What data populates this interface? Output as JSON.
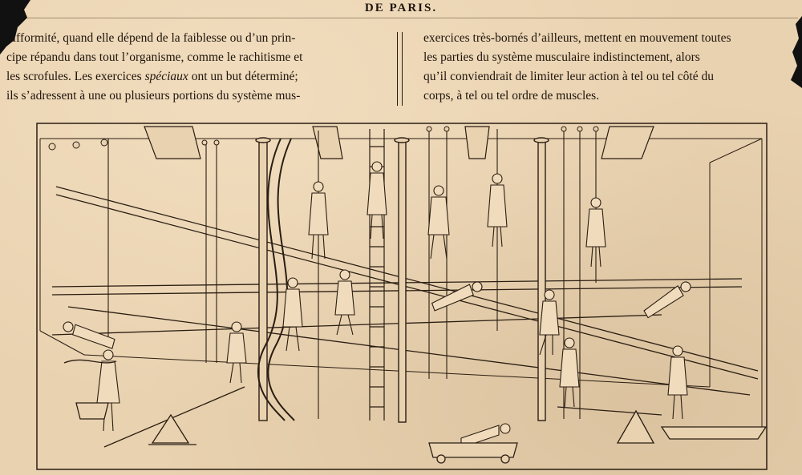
{
  "header": {
    "title": "DE PARIS."
  },
  "column_left": {
    "lines": [
      "difformité, quand elle dépend de la faiblesse ou d’un prin-",
      "cipe répandu dans tout l’organisme, comme le rachitisme et",
      "les scrofules. Les exercices ",
      "ils s’adressent à une ou plusieurs portions du système mus-"
    ],
    "line3_italic": "spéciaux",
    "line3_rest": " ont un but déterminé;"
  },
  "column_right": {
    "lines": [
      "exercices très-bornés d’ailleurs, mettent en mouvement toutes",
      "les parties du système musculaire indistinctement, alors",
      "qu’il conviendrait de limiter leur action à tel ou tel côté du",
      "corps, à tel ou tel ordre de muscles."
    ]
  },
  "illustration": {
    "subject": "engraving of women exercising in a gymnasium with ropes, ladders, poles and seesaws",
    "figures_count": 16
  },
  "colors": {
    "paper": "#e9d2b0",
    "ink": "#1f150d"
  }
}
